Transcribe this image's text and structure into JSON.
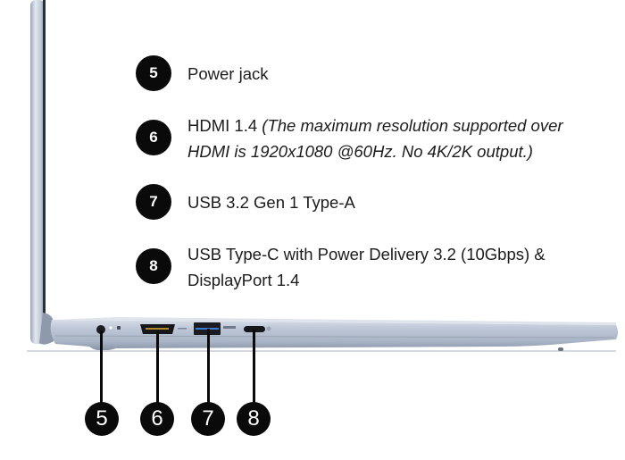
{
  "legend": [
    {
      "number": "5",
      "text": "Power jack",
      "note": ""
    },
    {
      "number": "6",
      "text": "HDMI 1.4",
      "note": "(The maximum resolution supported over HDMI is 1920x1080 @60Hz. No 4K/2K output.)"
    },
    {
      "number": "7",
      "text": "USB 3.2 Gen 1 Type-A",
      "note": ""
    },
    {
      "number": "8",
      "text": "USB Type-C with Power Delivery 3.2 (10Gbps) & DisplayPort 1.4",
      "note": ""
    }
  ],
  "callouts": [
    {
      "number": "5",
      "port": "power-jack"
    },
    {
      "number": "6",
      "port": "hdmi"
    },
    {
      "number": "7",
      "port": "usb-a"
    },
    {
      "number": "8",
      "port": "usb-c"
    }
  ],
  "colors": {
    "badge": "#0a0a0a",
    "chassis": "#b9c3d3",
    "text": "#1c1c1c"
  }
}
